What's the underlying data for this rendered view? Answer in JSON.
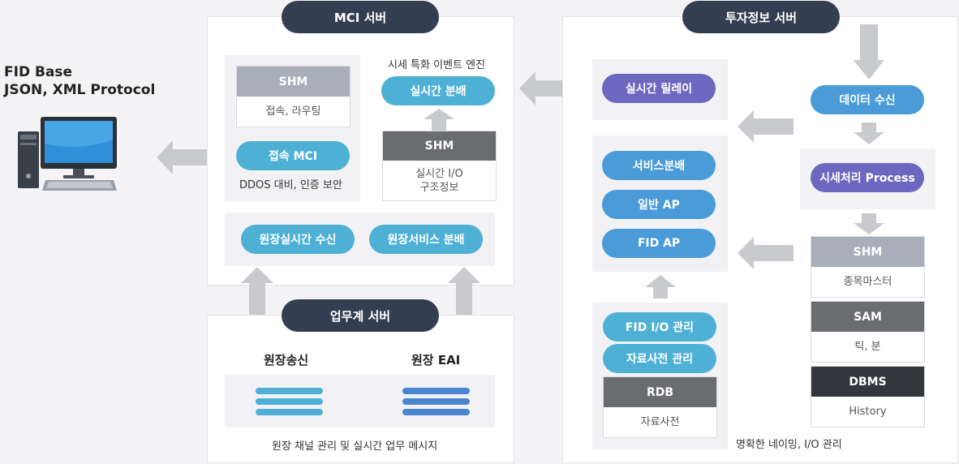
{
  "protocol": {
    "line1": "FID Base",
    "line2": "JSON, XML Protocol"
  },
  "mci": {
    "title": "MCI 서버",
    "shm_header": "SHM",
    "shm_body": "접속, 라우팅",
    "engine_label": "시세 특화 이벤트 엔진",
    "realtime_dist": "실시간 분배",
    "shm2_header": "SHM",
    "shm2_body_line1": "실시간 I/O",
    "shm2_body_line2": "구조정보",
    "connect_mci": "접속 MCI",
    "ddos_label": "DDOS 대비, 인증 보안",
    "remote_realtime": "원장실시간 수신",
    "remote_service": "원장서비스 분배"
  },
  "business": {
    "title": "업무계 서버",
    "remote_send": "원장송신",
    "remote_eai": "원장 EAI",
    "footer": "원장 채널 관리 및 실시간 업무 메시지"
  },
  "invest": {
    "title": "투자정보 서버",
    "realtime_relay": "실시간 릴레이",
    "service_dist": "서비스분배",
    "general_ap": "일반 AP",
    "fid_ap": "FID AP",
    "fid_io": "FID I/O 관리",
    "data_dict_mgmt": "자료사전 관리",
    "rdb_header": "RDB",
    "rdb_body": "자료사전",
    "naming_label": "명확한 네이밍, I/O 관리",
    "data_receive": "데이터 수신",
    "quote_process": "시세처리 Process",
    "shm_header": "SHM",
    "shm_body": "종목마스터",
    "sam_header": "SAM",
    "sam_body": "틱, 분",
    "dbms_header": "DBMS",
    "dbms_body": "History"
  },
  "colors": {
    "header_dark": "#333e51",
    "pill_cyan": "#4fb0d6",
    "pill_blue": "#4a9bd7",
    "pill_purple": "#6c68bf",
    "card_gray": "#a9aeba",
    "card_dark": "#6a6c70",
    "card_black": "#33363a",
    "arrow_gray": "#c9cacd"
  },
  "icons": {
    "computer": "desktop-computer-icon"
  }
}
